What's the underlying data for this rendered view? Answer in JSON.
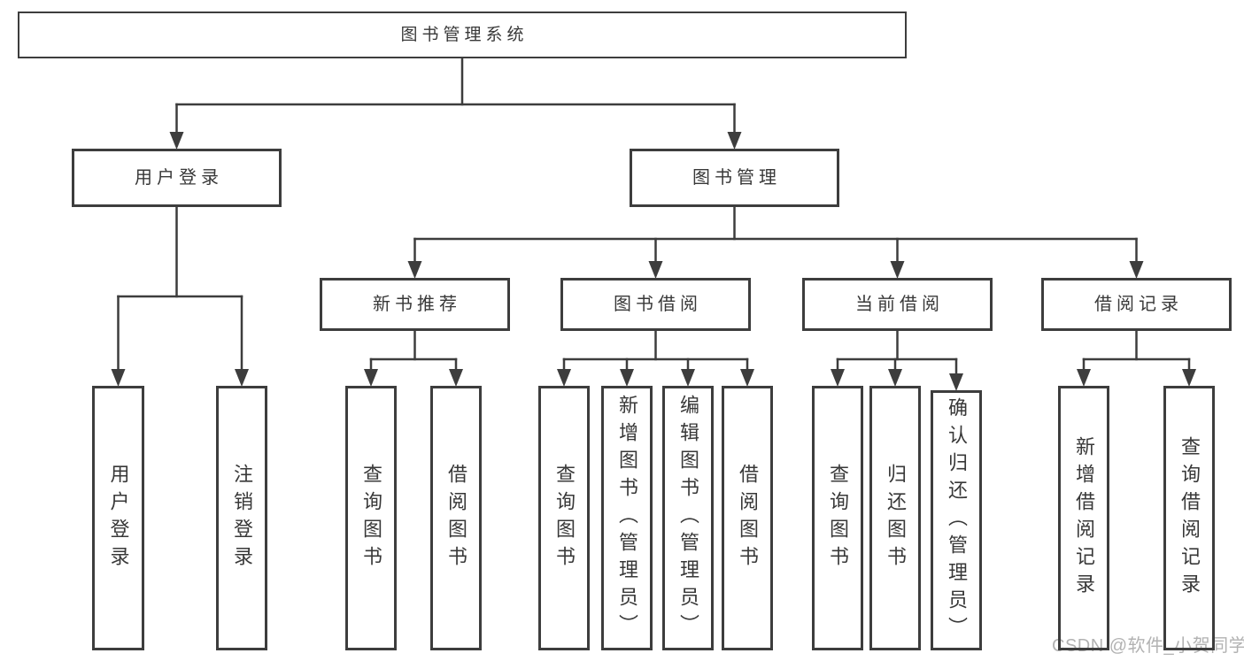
{
  "diagram": {
    "type": "hierarchy-tree",
    "title": "图书管理系统"
  },
  "nodes": [
    {
      "id": "root",
      "label": "图书管理系统"
    },
    {
      "id": "user-login",
      "label": "用户登录"
    },
    {
      "id": "book-mgmt",
      "label": "图书管理"
    },
    {
      "id": "leaf-user-login",
      "label": "用户登录"
    },
    {
      "id": "leaf-logout",
      "label": "注销登录"
    },
    {
      "id": "new-book-rec",
      "label": "新书推荐"
    },
    {
      "id": "book-borrow",
      "label": "图书借阅"
    },
    {
      "id": "current-borrow",
      "label": "当前借阅"
    },
    {
      "id": "borrow-records",
      "label": "借阅记录"
    },
    {
      "id": "leaf-query-book-1",
      "label": "查询图书"
    },
    {
      "id": "leaf-borrow-book-1",
      "label": "借阅图书"
    },
    {
      "id": "leaf-query-book-2",
      "label": "查询图书"
    },
    {
      "id": "leaf-add-book",
      "label": "新增图书（管理员）"
    },
    {
      "id": "leaf-edit-book",
      "label": "编辑图书（管理员）"
    },
    {
      "id": "leaf-borrow-book-2",
      "label": "借阅图书"
    },
    {
      "id": "leaf-query-book-3",
      "label": "查询图书"
    },
    {
      "id": "leaf-return-book",
      "label": "归还图书"
    },
    {
      "id": "leaf-confirm-return",
      "label": "确认归还（管理员）"
    },
    {
      "id": "leaf-add-borrow-record",
      "label": "新增借阅记录"
    },
    {
      "id": "leaf-query-borrow-record",
      "label": "查询借阅记录"
    }
  ],
  "edges": [
    {
      "parent": "root",
      "children": [
        "user-login",
        "book-mgmt"
      ]
    },
    {
      "parent": "user-login",
      "children": [
        "leaf-user-login",
        "leaf-logout"
      ]
    },
    {
      "parent": "book-mgmt",
      "children": [
        "new-book-rec",
        "book-borrow",
        "current-borrow",
        "borrow-records"
      ]
    },
    {
      "parent": "new-book-rec",
      "children": [
        "leaf-query-book-1",
        "leaf-borrow-book-1"
      ]
    },
    {
      "parent": "book-borrow",
      "children": [
        "leaf-query-book-2",
        "leaf-add-book",
        "leaf-edit-book",
        "leaf-borrow-book-2"
      ]
    },
    {
      "parent": "current-borrow",
      "children": [
        "leaf-query-book-3",
        "leaf-return-book",
        "leaf-confirm-return"
      ]
    },
    {
      "parent": "borrow-records",
      "children": [
        "leaf-add-borrow-record",
        "leaf-query-borrow-record"
      ]
    }
  ],
  "watermark": {
    "text": "CSDN @软件_小贺同学",
    "color": "#b2b2b2"
  },
  "colors": {
    "line": "#3d3d3d",
    "border": "#3d3d3d",
    "text": "#383838",
    "background": "#ffffff"
  }
}
